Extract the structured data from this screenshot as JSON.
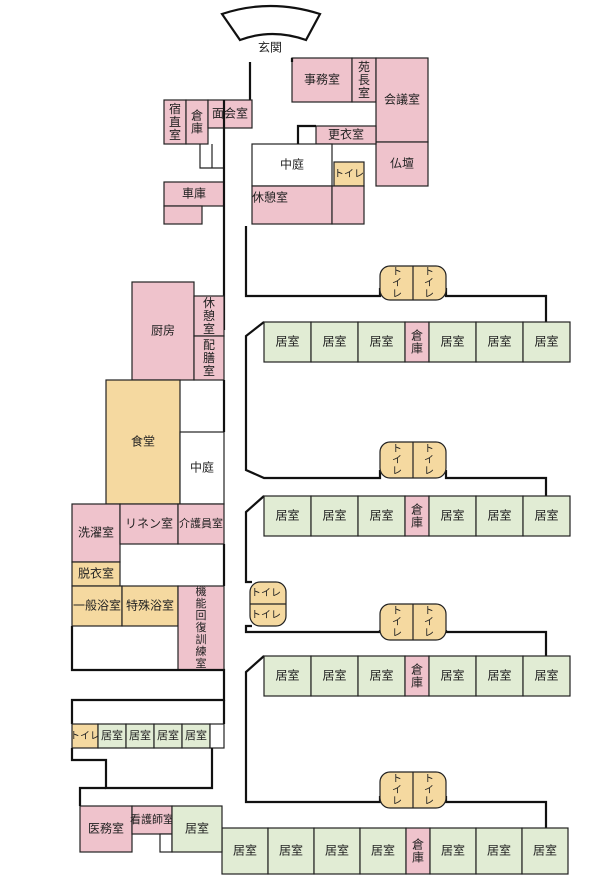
{
  "labels": {
    "entrance": "玄関",
    "office": "事務室",
    "director": "苑長室",
    "conference": "会議室",
    "altar": "仏壇",
    "night_duty": "宿直室",
    "storage": "倉庫",
    "interview": "面会室",
    "dressing": "更衣室",
    "courtyard": "中庭",
    "toilet": "トイレ",
    "garage": "車庫",
    "lounge": "休憩室",
    "kitchen": "厨房",
    "meal_prep": "配膳室",
    "dining": "食堂",
    "laundry": "洗濯室",
    "linen": "リネン室",
    "caregiver": "介護員室",
    "undressing": "脱衣室",
    "general_bath": "一般浴室",
    "special_bath": "特殊浴室",
    "rehab": "機能回復訓練室",
    "resident_room": "居室",
    "medical": "医務室",
    "nurse": "看護師室"
  }
}
